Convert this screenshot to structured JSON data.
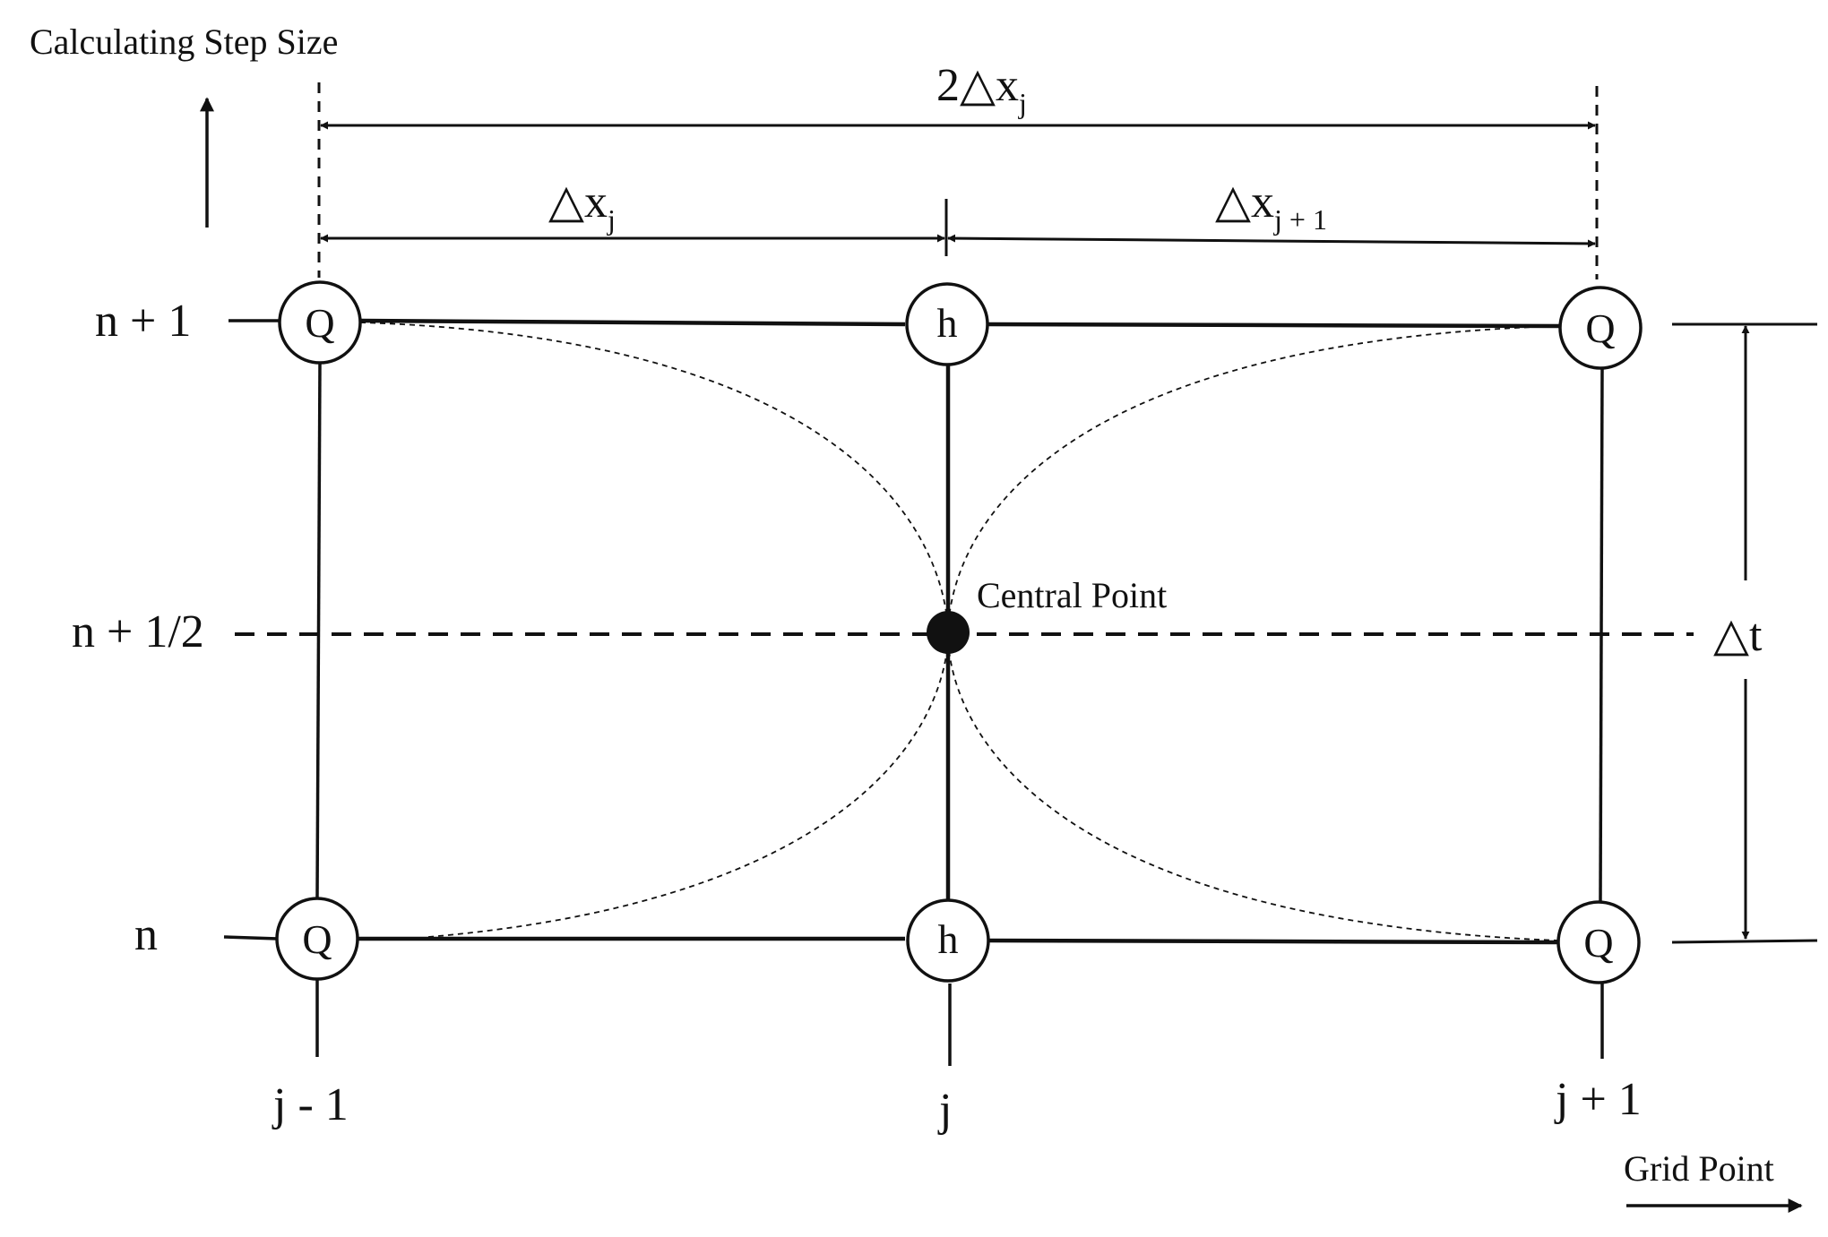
{
  "axis": {
    "vertical_caption": "Calculating Step Size",
    "horizontal_caption": "Grid Point"
  },
  "time_levels": {
    "upper": "n + 1",
    "middle": "n + 1/2",
    "lower": "n"
  },
  "space_indices": {
    "left": "j - 1",
    "center": "j",
    "right": "j + 1"
  },
  "dimensions": {
    "total_width": {
      "prefix": "2△x",
      "subscript": "j"
    },
    "left_width": {
      "prefix": "△x",
      "subscript": "j"
    },
    "right_width": {
      "prefix": "△x",
      "subscript": "j + 1"
    },
    "time_step": "△t"
  },
  "nodes": {
    "discharge": "Q",
    "water_level": "h"
  },
  "central_point_label": "Central Point",
  "colors": {
    "line": "#111111",
    "background": "#ffffff"
  }
}
